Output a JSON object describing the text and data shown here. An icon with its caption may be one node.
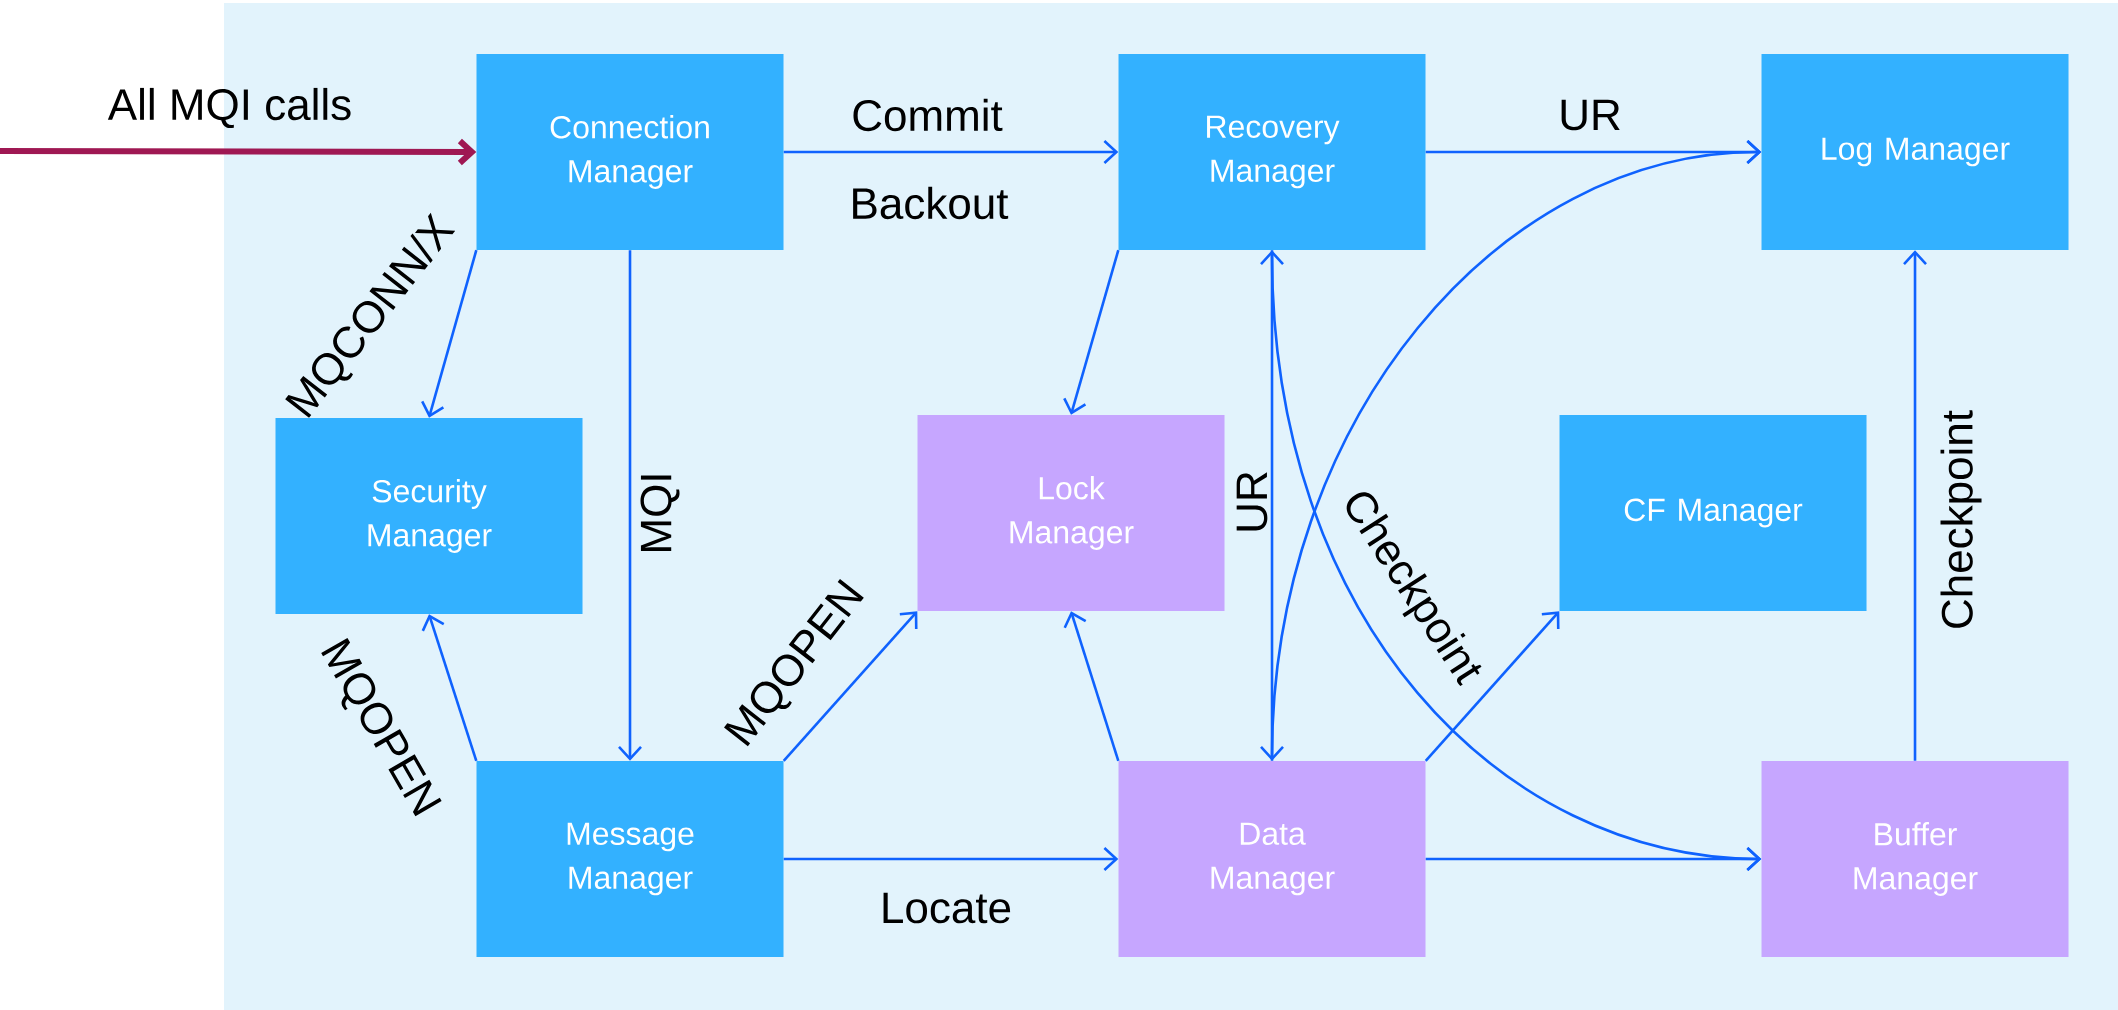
{
  "diagram": {
    "nodes": [
      {
        "text": [
          "Connection Manager"
        ]
      },
      {
        "text": [
          "Recovery Manager"
        ]
      },
      {
        "text": [
          "Log Manager"
        ]
      },
      {
        "text": [
          "Security Manager"
        ]
      },
      {
        "text": [
          "Lock Manager"
        ]
      },
      {
        "text": [
          "CF Manager"
        ]
      },
      {
        "text": [
          "Message Manager"
        ]
      },
      {
        "text": [
          "Data Manager"
        ]
      },
      {
        "text": [
          "Buffer Manager"
        ]
      }
    ],
    "edges": [
      {
        "from": null,
        "to": 0,
        "arrow": "to",
        "label": "All MQI calls",
        "style": "thick",
        "color": "#9f1853"
      },
      {
        "from": 0,
        "to": 1,
        "arrow": "to",
        "label": "Commit"
      },
      {
        "from": 1,
        "to": 2,
        "arrow": "to",
        "label": "UR"
      },
      {
        "from": 0,
        "to": 3,
        "arrow": "to",
        "label": "MQCONN/X"
      },
      {
        "from": 0,
        "to": 6,
        "arrow": "to",
        "label": "MQI"
      },
      {
        "from": 1,
        "to": 4,
        "arrow": "to"
      },
      {
        "from": 1,
        "to": 7,
        "arrow": "both",
        "label": "UR"
      },
      {
        "from": 7,
        "to": 2,
        "arrow": "to"
      },
      {
        "from": 1,
        "to": 8,
        "arrow": "to",
        "label": "Checkpoint"
      },
      {
        "from": 6,
        "to": 3,
        "arrow": "to",
        "label": "MQOPEN"
      },
      {
        "from": 6,
        "to": 4,
        "arrow": "to",
        "label": "MQOPEN"
      },
      {
        "from": 6,
        "to": 7,
        "arrow": "to",
        "label": "Locate"
      },
      {
        "from": 7,
        "to": 4,
        "arrow": "to"
      },
      {
        "from": 7,
        "to": 5,
        "arrow": "to"
      },
      {
        "from": 7,
        "to": 8,
        "arrow": "to"
      },
      {
        "from": 8,
        "to": 2,
        "arrow": "to",
        "label": "Checkpoint"
      }
    ],
    "labels": [
      "Backout"
    ]
  }
}
